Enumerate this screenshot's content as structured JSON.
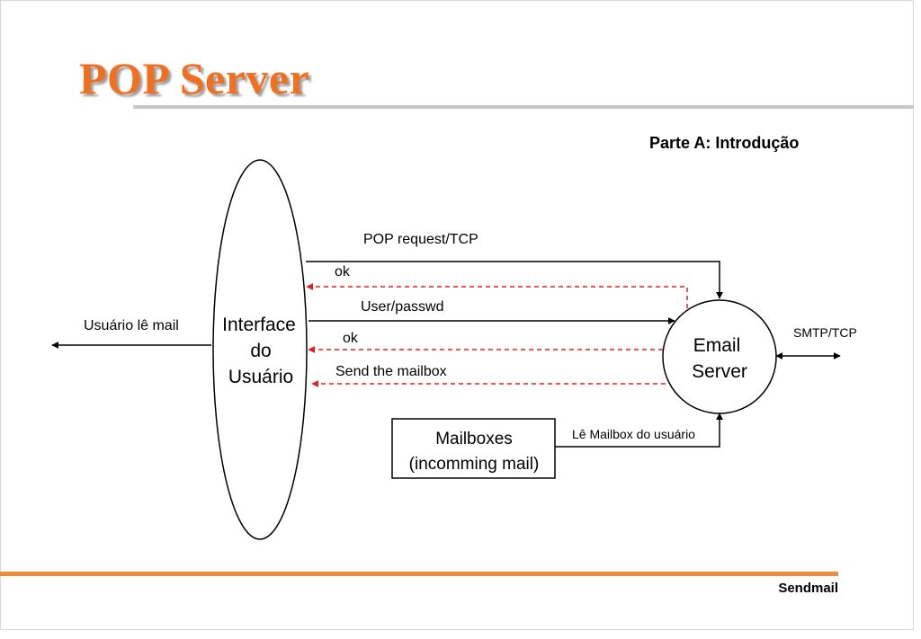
{
  "slide": {
    "title": "POP Server",
    "subtitle": "Parte A: Introdução",
    "footer": "Sendmail",
    "accent_color": "#f07020"
  },
  "diagram": {
    "user_interface": {
      "line1": "Interface",
      "line2": "do",
      "line3": "Usuário"
    },
    "email_server": {
      "line1": "Email",
      "line2": "Server"
    },
    "mailboxes": {
      "line1": "Mailboxes",
      "line2": "(incomming mail)"
    },
    "labels": {
      "user_reads_mail": "Usuário lê mail",
      "pop_request": "POP request/TCP",
      "ok_1": "ok",
      "user_passwd": "User/passwd",
      "ok_2": "ok",
      "send_mailbox": "Send the mailbox",
      "smtp_tcp": "SMTP/TCP",
      "reads_mailbox": "Lê Mailbox do usuário"
    },
    "colors": {
      "solid_arrow": "#000000",
      "dashed_arrow": "#e02020"
    }
  }
}
